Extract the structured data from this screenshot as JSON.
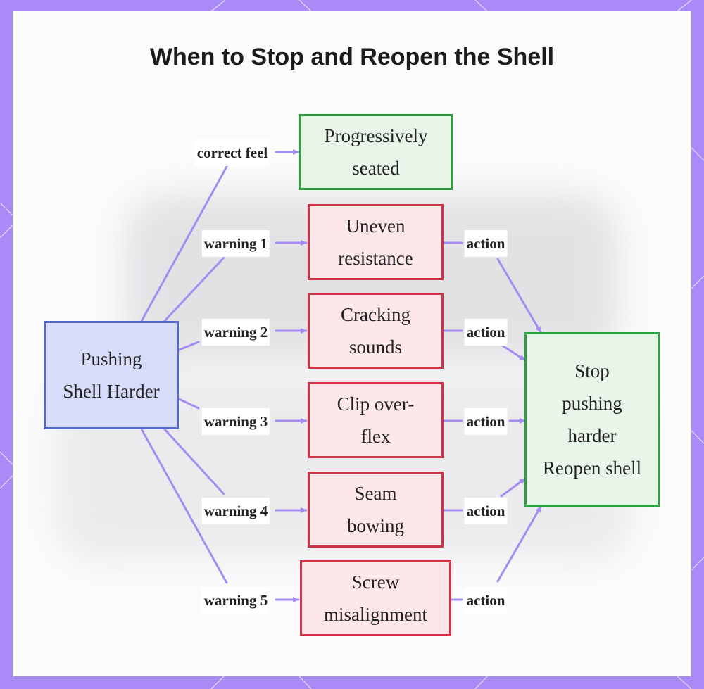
{
  "title": "When to Stop and Reopen the Shell",
  "nodes": {
    "source": "Pushing\nShell Harder",
    "correct": "Progressively\nseated",
    "w1": "Uneven\nresistance",
    "w2": "Cracking\nsounds",
    "w3": "Clip over-\nflex",
    "w4": "Seam\nbowing",
    "w5": "Screw\nmisalignment",
    "target": "Stop\npushing\nharder\nReopen shell"
  },
  "edge_labels": {
    "correct_feel": "correct feel",
    "warning_1": "warning 1",
    "warning_2": "warning 2",
    "warning_3": "warning 3",
    "warning_4": "warning 4",
    "warning_5": "warning 5",
    "action": "action"
  },
  "colors": {
    "edge": "#a58cf2",
    "background_border": "#a98af7"
  }
}
